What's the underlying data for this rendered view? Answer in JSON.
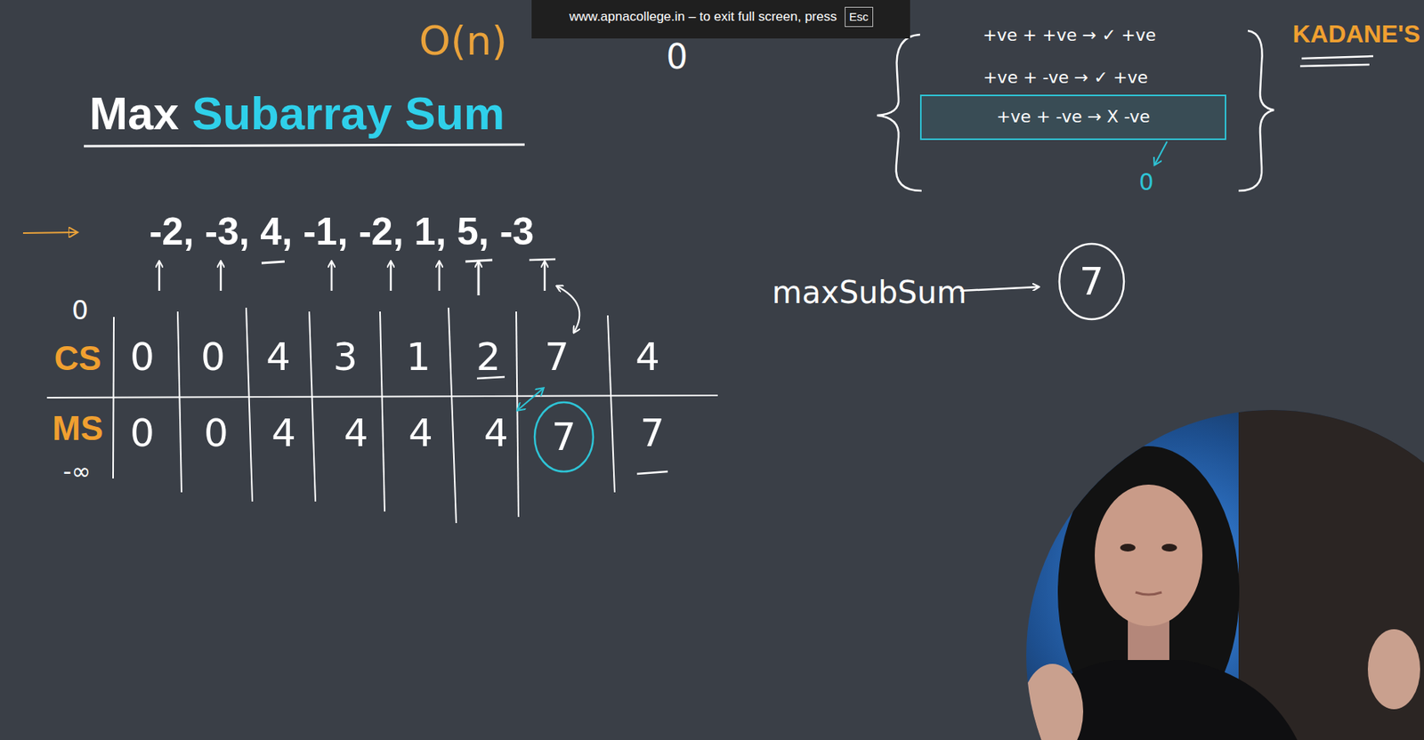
{
  "diagram": {
    "title": "Max Subarray Sum",
    "nodes": [
      {
        "text": [
          "+ve + -ve → X -ve"
        ]
      },
      {
        "text": [
          "7"
        ]
      },
      {
        "text": [
          "7"
        ]
      }
    ],
    "labels": [
      "www.apnacollege.in – to exit full screen, press",
      "Esc",
      "O(n)",
      "0",
      "KADANE'S",
      "+ve + +ve → ✓ +ve",
      "+ve + -ve → ✓ +ve",
      "0",
      "-2, -3, 4, -1, -2, 1, 5, -3",
      "maxSubSum",
      "0",
      "CS",
      "0",
      "0",
      "4",
      "3",
      "1",
      "2",
      "7",
      "4",
      "MS",
      "0",
      "0",
      "4",
      "4",
      "4",
      "4",
      "7",
      "-∞"
    ]
  }
}
